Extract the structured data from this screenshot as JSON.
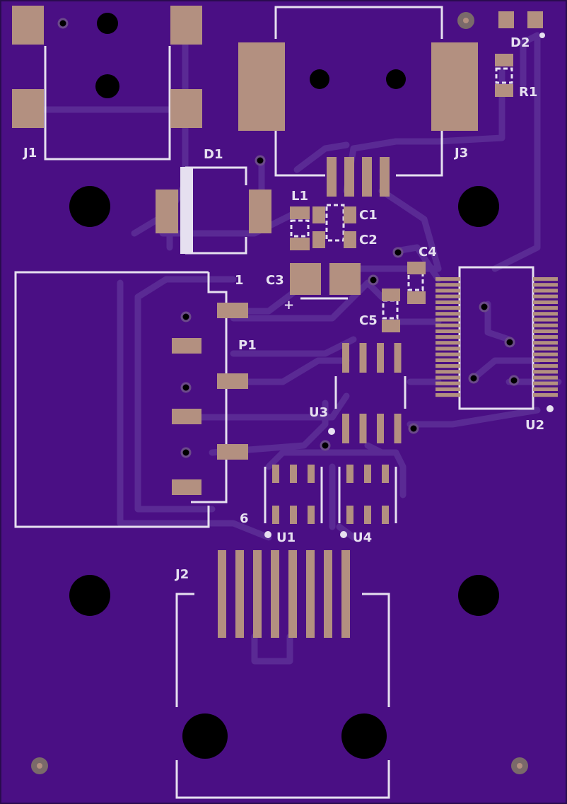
{
  "colors": {
    "board": "#4a0f84",
    "outline": "#2a0b4f",
    "trace": "#5a2a94",
    "silk": "#e6e0f0",
    "pad": "#b39080",
    "hole": "#000000",
    "via_ring": "#7a6a6a"
  },
  "labels": {
    "j1": "J1",
    "j2": "J2",
    "j3": "J3",
    "d1": "D1",
    "d2": "D2",
    "r1": "R1",
    "l1": "L1",
    "c1": "C1",
    "c2": "C2",
    "c3": "C3",
    "c3_polarity": "+",
    "c4": "C4",
    "c5": "C5",
    "p1": "P1",
    "p1_pin_first": "1",
    "p1_pin_last": "6",
    "u1": "U1",
    "u2": "U2",
    "u3": "U3",
    "u4": "U4"
  }
}
